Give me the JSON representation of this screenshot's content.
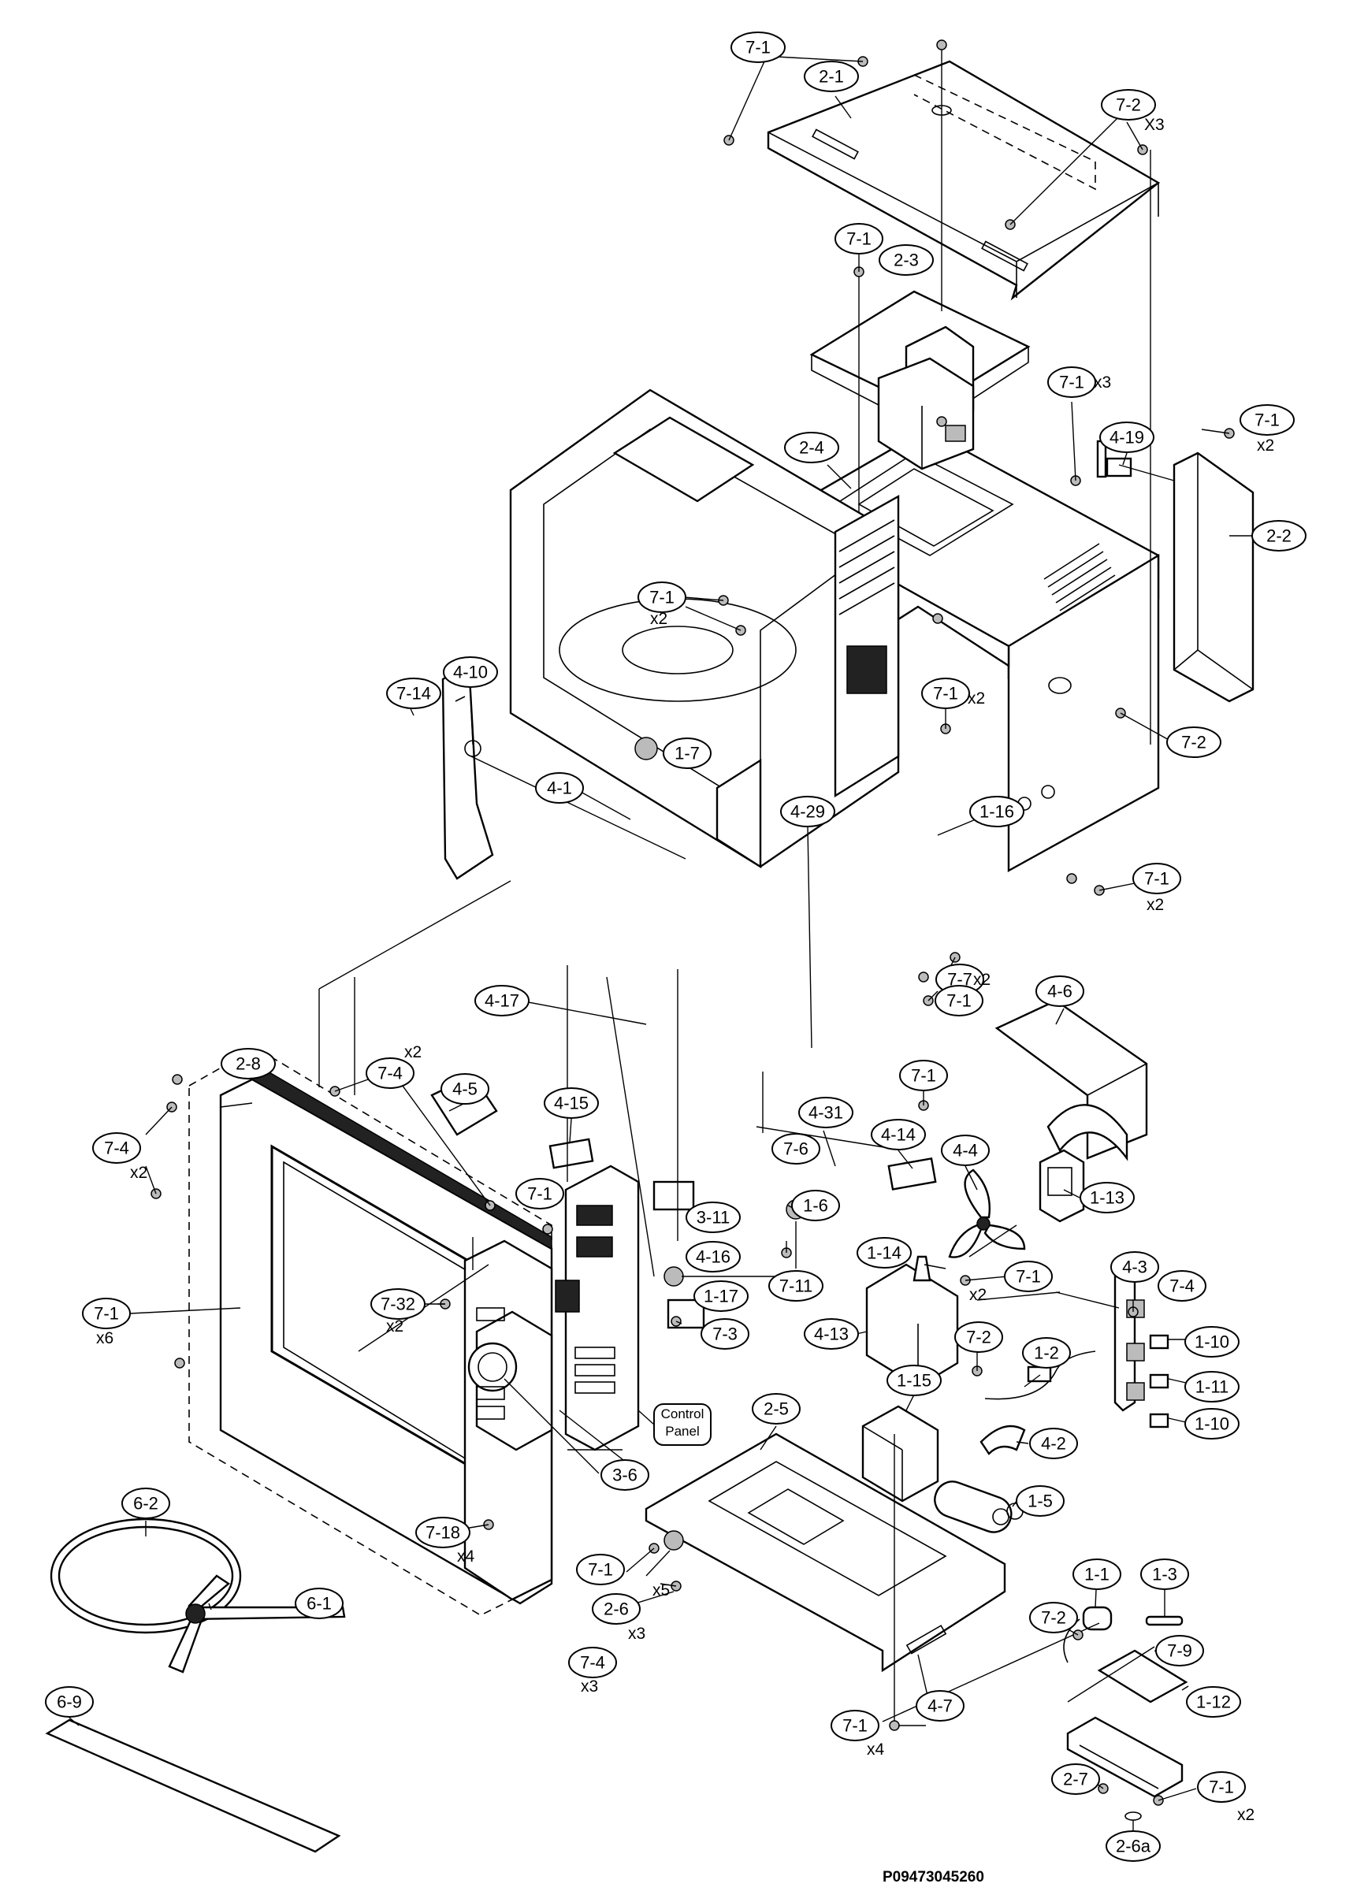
{
  "diagram": {
    "drawing_number": "P09473045260",
    "callouts": [
      {
        "id": "c-7-1-a",
        "label": "7-1"
      },
      {
        "id": "c-2-1",
        "label": "2-1"
      },
      {
        "id": "c-7-2-a",
        "label": "7-2"
      },
      {
        "id": "c-7-1-b",
        "label": "7-1"
      },
      {
        "id": "c-2-3",
        "label": "2-3"
      },
      {
        "id": "c-7-1-c",
        "label": "7-1"
      },
      {
        "id": "c-4-19",
        "label": "4-19"
      },
      {
        "id": "c-7-1-d",
        "label": "7-1"
      },
      {
        "id": "c-2-4",
        "label": "2-4"
      },
      {
        "id": "c-2-2",
        "label": "2-2"
      },
      {
        "id": "c-7-1-e",
        "label": "7-1"
      },
      {
        "id": "c-7-14",
        "label": "7-14"
      },
      {
        "id": "c-4-10",
        "label": "4-10"
      },
      {
        "id": "c-7-1-f",
        "label": "7-1"
      },
      {
        "id": "c-7-2-b",
        "label": "7-2"
      },
      {
        "id": "c-1-7",
        "label": "1-7"
      },
      {
        "id": "c-4-1",
        "label": "4-1"
      },
      {
        "id": "c-4-29",
        "label": "4-29"
      },
      {
        "id": "c-1-16",
        "label": "1-16"
      },
      {
        "id": "c-7-1-g",
        "label": "7-1"
      },
      {
        "id": "c-7-7",
        "label": "7-7"
      },
      {
        "id": "c-7-1-h",
        "label": "7-1"
      },
      {
        "id": "c-4-6",
        "label": "4-6"
      },
      {
        "id": "c-4-17",
        "label": "4-17"
      },
      {
        "id": "c-2-8",
        "label": "2-8"
      },
      {
        "id": "c-7-4-a",
        "label": "7-4"
      },
      {
        "id": "c-4-5",
        "label": "4-5"
      },
      {
        "id": "c-7-4-b",
        "label": "7-4"
      },
      {
        "id": "c-4-15",
        "label": "4-15"
      },
      {
        "id": "c-4-31",
        "label": "4-31"
      },
      {
        "id": "c-7-6",
        "label": "7-6"
      },
      {
        "id": "c-4-14",
        "label": "4-14"
      },
      {
        "id": "c-7-1-i",
        "label": "7-1"
      },
      {
        "id": "c-4-4",
        "label": "4-4"
      },
      {
        "id": "c-1-13",
        "label": "1-13"
      },
      {
        "id": "c-7-1-j",
        "label": "7-1"
      },
      {
        "id": "c-3-11",
        "label": "3-11"
      },
      {
        "id": "c-1-6",
        "label": "1-6"
      },
      {
        "id": "c-4-16",
        "label": "4-16"
      },
      {
        "id": "c-1-14",
        "label": "1-14"
      },
      {
        "id": "c-7-11",
        "label": "7-11"
      },
      {
        "id": "c-7-1-k",
        "label": "7-1"
      },
      {
        "id": "c-4-3",
        "label": "4-3"
      },
      {
        "id": "c-7-4-c",
        "label": "7-4"
      },
      {
        "id": "c-1-17",
        "label": "1-17"
      },
      {
        "id": "c-7-1-l",
        "label": "7-1"
      },
      {
        "id": "c-7-32",
        "label": "7-32"
      },
      {
        "id": "c-7-3",
        "label": "7-3"
      },
      {
        "id": "c-4-13",
        "label": "4-13"
      },
      {
        "id": "c-7-2-c",
        "label": "7-2"
      },
      {
        "id": "c-1-10-a",
        "label": "1-10"
      },
      {
        "id": "c-1-2",
        "label": "1-2"
      },
      {
        "id": "c-1-11",
        "label": "1-11"
      },
      {
        "id": "c-1-15",
        "label": "1-15"
      },
      {
        "id": "c-1-10-b",
        "label": "1-10"
      },
      {
        "id": "c-2-5",
        "label": "2-5"
      },
      {
        "id": "c-4-2",
        "label": "4-2"
      },
      {
        "id": "c-3-6",
        "label": "3-6"
      },
      {
        "id": "c-6-2",
        "label": "6-2"
      },
      {
        "id": "c-1-5",
        "label": "1-5"
      },
      {
        "id": "c-7-18",
        "label": "7-18"
      },
      {
        "id": "c-7-1-m",
        "label": "7-1"
      },
      {
        "id": "c-2-6",
        "label": "2-6"
      },
      {
        "id": "c-1-1",
        "label": "1-1"
      },
      {
        "id": "c-1-3",
        "label": "1-3"
      },
      {
        "id": "c-7-2-d",
        "label": "7-2"
      },
      {
        "id": "c-7-9",
        "label": "7-9"
      },
      {
        "id": "c-6-1",
        "label": "6-1"
      },
      {
        "id": "c-6-9",
        "label": "6-9"
      },
      {
        "id": "c-7-4-d",
        "label": "7-4"
      },
      {
        "id": "c-4-7",
        "label": "4-7"
      },
      {
        "id": "c-7-1-n",
        "label": "7-1"
      },
      {
        "id": "c-1-12",
        "label": "1-12"
      },
      {
        "id": "c-2-7",
        "label": "2-7"
      },
      {
        "id": "c-7-1-o",
        "label": "7-1"
      },
      {
        "id": "c-2-6a",
        "label": "2-6a"
      }
    ],
    "quantities": [
      {
        "id": "q-x3-top",
        "text": "X3"
      },
      {
        "id": "q-x3-hinge",
        "text": "x3"
      },
      {
        "id": "q-x2-right",
        "text": "x2"
      },
      {
        "id": "q-x2-left",
        "text": "x2"
      },
      {
        "id": "q-x2-mag",
        "text": "x2"
      },
      {
        "id": "q-x2-cab",
        "text": "x2"
      },
      {
        "id": "q-x2-vent",
        "text": "x2"
      },
      {
        "id": "q-x2-door",
        "text": "x2"
      },
      {
        "id": "q-x2-74",
        "text": "x2"
      },
      {
        "id": "q-x6",
        "text": "x6"
      },
      {
        "id": "q-x2-732",
        "text": "x2"
      },
      {
        "id": "q-x2-fan",
        "text": "x2"
      },
      {
        "id": "q-x4-718",
        "text": "x4"
      },
      {
        "id": "q-x5",
        "text": "x5"
      },
      {
        "id": "q-x3-26",
        "text": "x3"
      },
      {
        "id": "q-x3-74",
        "text": "x3"
      },
      {
        "id": "q-x4-base",
        "text": "x4"
      },
      {
        "id": "q-x2-27",
        "text": "x2"
      }
    ],
    "notes": {
      "control_panel_line1": "Control",
      "control_panel_line2": "Panel"
    }
  }
}
